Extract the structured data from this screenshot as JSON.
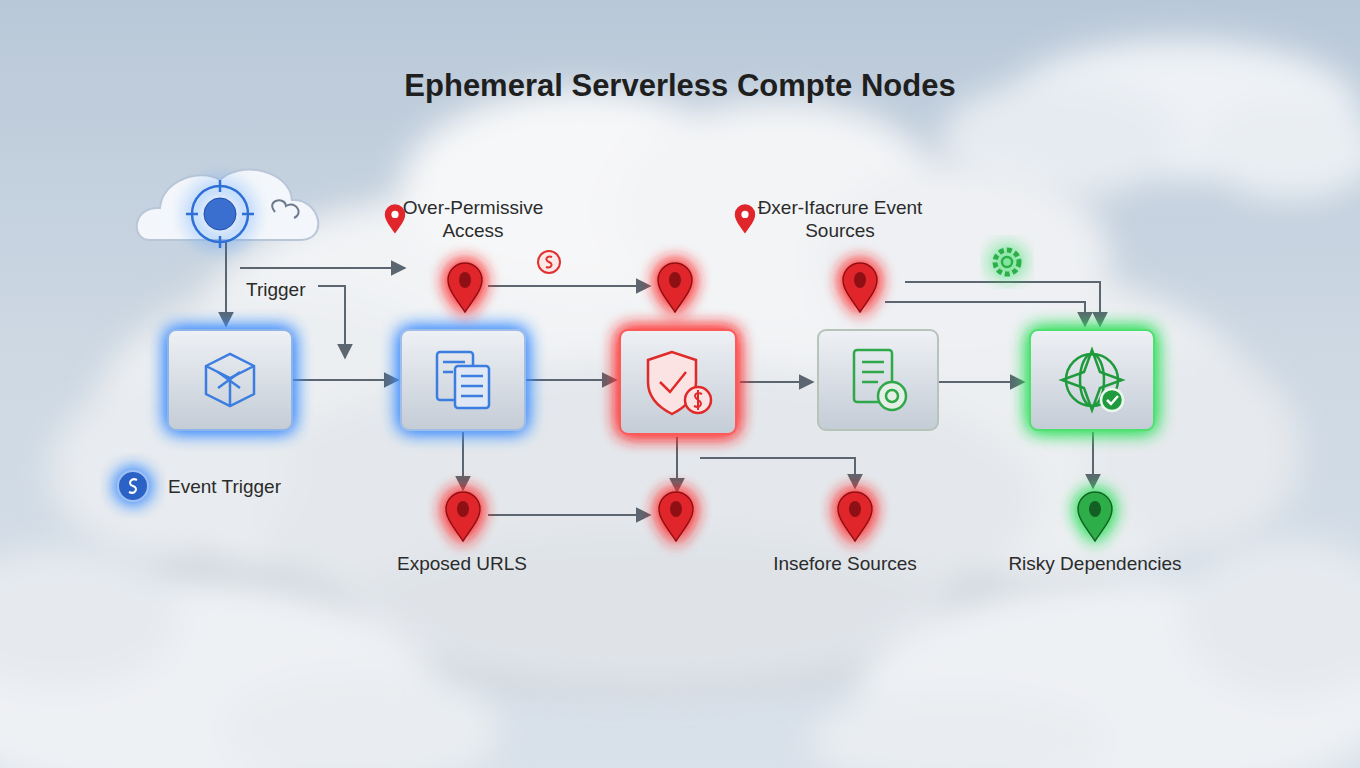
{
  "diagram": {
    "title": "Ephemeral Serverless Compte Nodes",
    "nodes": [
      {
        "text": [
          "Over-Permissive Access"
        ]
      },
      {
        "text": [
          "Ðxer-Ifacrure Event Sources"
        ]
      },
      {
        "text": [
          "Exposed URLS"
        ]
      },
      {
        "text": [
          "Insefore Sources"
        ]
      },
      {
        "text": [
          "Risky Dependencies"
        ]
      }
    ],
    "labels": [
      "Trigger",
      "Event Trigger"
    ]
  }
}
